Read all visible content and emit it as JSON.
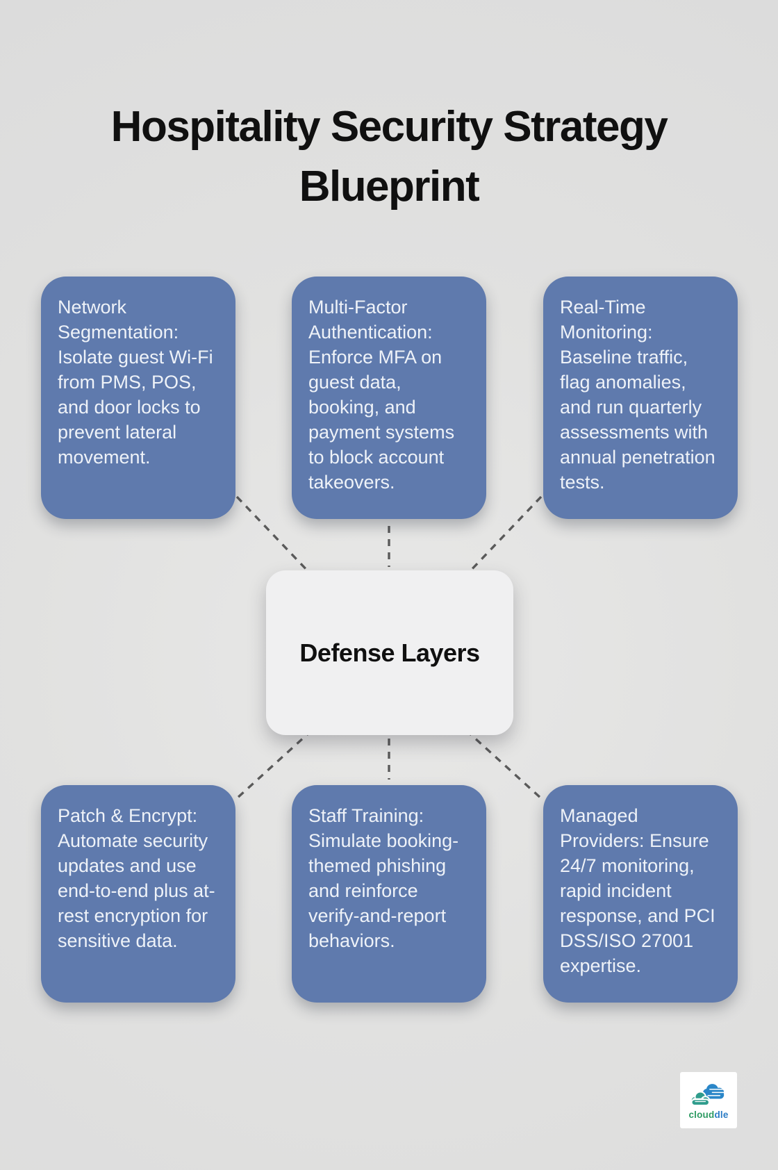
{
  "title": "Hospitality Security Strategy Blueprint",
  "center": {
    "label": "Defense Layers"
  },
  "nodes": [
    {
      "id": "network-segmentation",
      "text": "Network Segmentation: Isolate guest Wi-Fi from PMS, POS, and door locks to prevent lateral movement."
    },
    {
      "id": "multi-factor-authentication",
      "text": "Multi-Factor Authentication: Enforce MFA on guest data, booking, and payment systems to block account takeovers."
    },
    {
      "id": "real-time-monitoring",
      "text": "Real-Time Monitoring: Baseline traffic, flag anomalies, and run quarterly assessments with annual penetration tests."
    },
    {
      "id": "patch-and-encrypt",
      "text": "Patch & Encrypt: Automate security updates and use end-to-end plus at-rest encryption for sensitive data."
    },
    {
      "id": "staff-training",
      "text": "Staff Training: Simulate booking-themed phishing and reinforce verify-and-report behaviors."
    },
    {
      "id": "managed-providers",
      "text": "Managed Providers: Ensure 24/7 monitoring, rapid incident response, and PCI DSS/ISO 27001 expertise."
    }
  ],
  "logo": {
    "text_primary": "cloud",
    "text_secondary": "dle"
  },
  "colors": {
    "bg": "#e1e1e0",
    "bg_light": "#e8e8e7",
    "bg_dark": "#dcdcdc",
    "title": "#101010",
    "box_blue": "#5f7aad",
    "box_text": "#eef2f8",
    "center_bg": "#f0f0f1",
    "connector": "#5a5a5a",
    "logo_green": "#2ea177",
    "logo_teal": "#2f9c8c",
    "logo_blue": "#2a86c8",
    "logo_text_green": "#2e9b63",
    "logo_text_blue": "#2b7cc5"
  }
}
